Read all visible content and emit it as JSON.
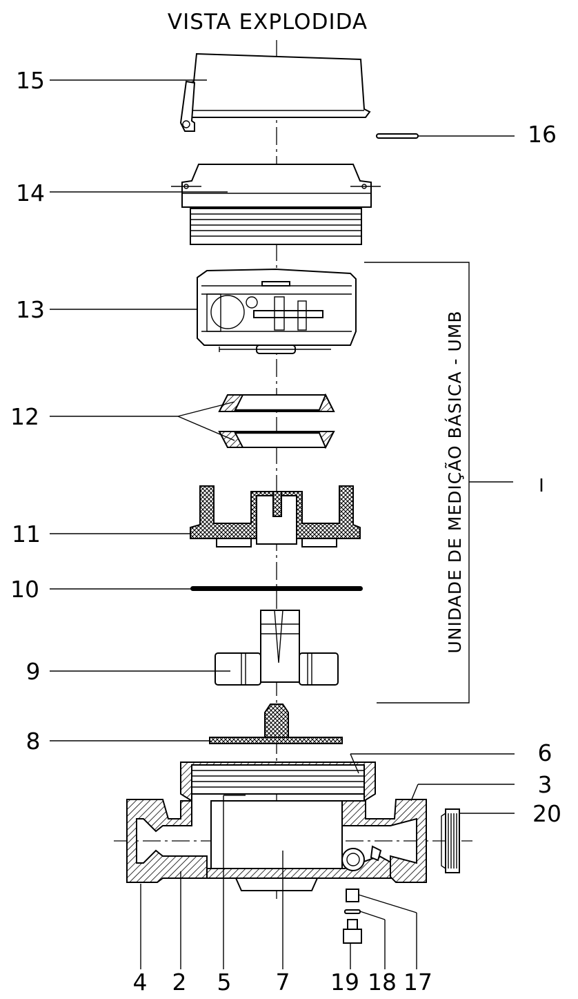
{
  "title": "VISTA EXPLODIDA",
  "group_label": "UNIDADE DE MEDIÇÃO BÁSICA - UMB",
  "group_marker": "I",
  "callouts": [
    {
      "id": "p15",
      "text": "15"
    },
    {
      "id": "p16",
      "text": "16"
    },
    {
      "id": "p14",
      "text": "14"
    },
    {
      "id": "p13",
      "text": "13"
    },
    {
      "id": "p12",
      "text": "12"
    },
    {
      "id": "p11",
      "text": "11"
    },
    {
      "id": "p10",
      "text": "10"
    },
    {
      "id": "p9",
      "text": "9"
    },
    {
      "id": "p8",
      "text": "8"
    },
    {
      "id": "p6",
      "text": "6"
    },
    {
      "id": "p3",
      "text": "3"
    },
    {
      "id": "p20",
      "text": "20"
    },
    {
      "id": "p4",
      "text": "4"
    },
    {
      "id": "p2",
      "text": "2"
    },
    {
      "id": "p5",
      "text": "5"
    },
    {
      "id": "p7",
      "text": "7"
    },
    {
      "id": "p19",
      "text": "19"
    },
    {
      "id": "p18",
      "text": "18"
    },
    {
      "id": "p17",
      "text": "17"
    }
  ]
}
